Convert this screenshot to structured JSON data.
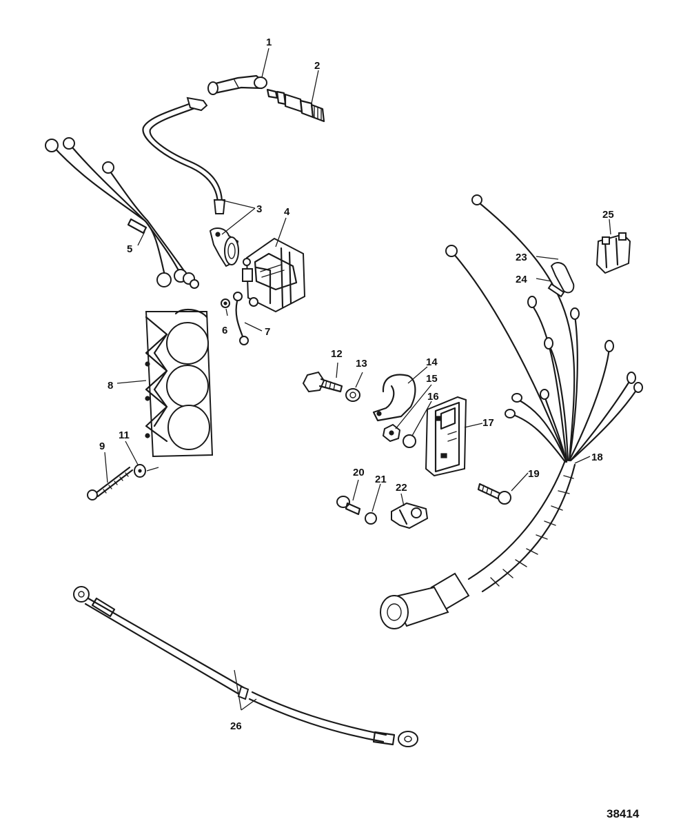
{
  "figure_number": "38414",
  "callouts": [
    "1",
    "2",
    "3",
    "4",
    "5",
    "6",
    "7",
    "8",
    "9",
    "11",
    "12",
    "13",
    "14",
    "15",
    "16",
    "17",
    "18",
    "19",
    "20",
    "21",
    "22",
    "23",
    "24",
    "25",
    "26"
  ]
}
